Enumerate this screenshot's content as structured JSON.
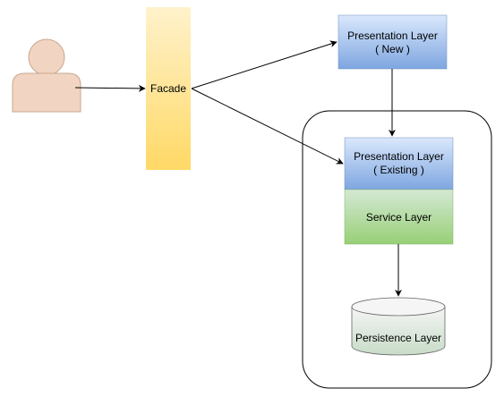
{
  "colors": {
    "actor_fill": "#f1d5c2",
    "actor_stroke": "#c9a68f",
    "facade_fill_top": "#fff2cc",
    "facade_fill_bottom": "#ffd966",
    "presentation_fill_top": "#dae8fc",
    "presentation_fill_bottom": "#7ea6e0",
    "service_fill_top": "#d5e8d4",
    "service_fill_bottom": "#97d077",
    "persistence_fill_top": "#f5f5f5",
    "persistence_fill_bottom": "#c8dcc8",
    "stroke": "#000000"
  },
  "nodes": {
    "actor": {
      "icon": "user-icon"
    },
    "facade": {
      "label": "Facade"
    },
    "presentation_new": {
      "line1": "Presentation Layer",
      "line2": "( New )"
    },
    "presentation_existing": {
      "line1": "Presentation Layer",
      "line2": "( Existing )"
    },
    "service": {
      "label": "Service Layer"
    },
    "persistence": {
      "label": "Persistence Layer",
      "icon": "database-cylinder-icon"
    }
  },
  "edges": [
    {
      "from": "actor",
      "to": "facade"
    },
    {
      "from": "facade",
      "to": "presentation_new"
    },
    {
      "from": "facade",
      "to": "presentation_existing"
    },
    {
      "from": "presentation_new",
      "to": "presentation_existing"
    },
    {
      "from": "service",
      "to": "persistence"
    }
  ]
}
